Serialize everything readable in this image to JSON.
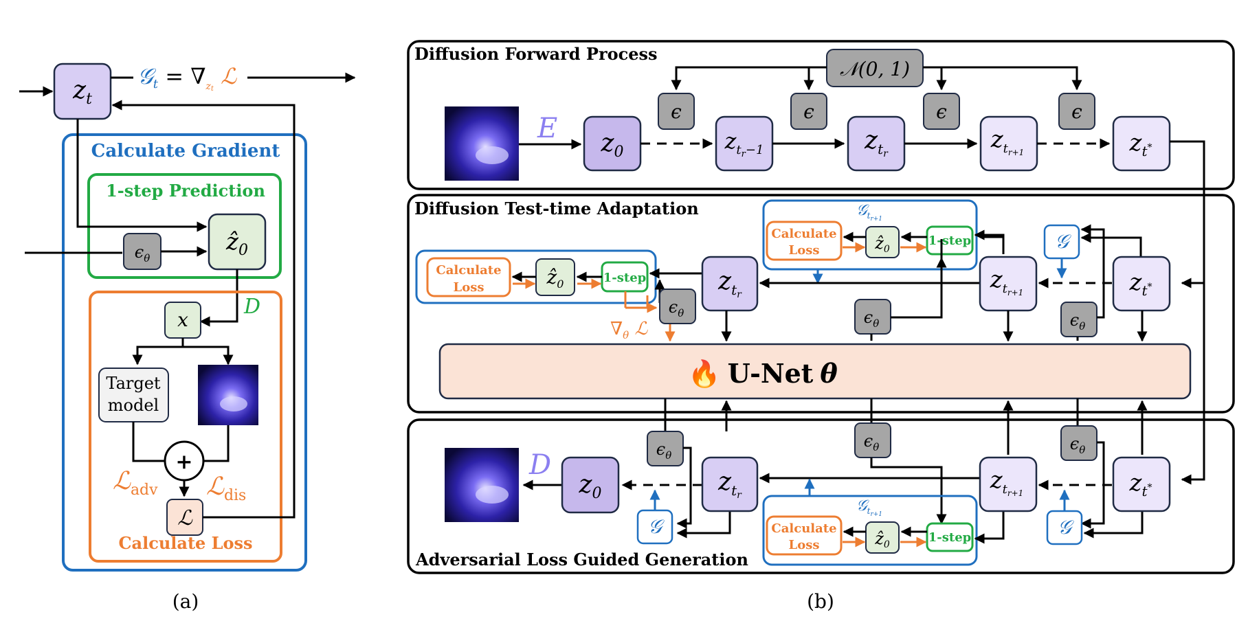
{
  "panel_a": {
    "caption": "(a)",
    "gradient_formula": {
      "g": "𝒢",
      "t": "t",
      "eq": " = ∇",
      "zt": "z",
      "ztsub": "t",
      "L": " ℒ"
    },
    "calc_gradient_title": "Calculate Gradient",
    "one_step_title": "1-step Prediction",
    "calc_loss_title": "Calculate Loss",
    "target_model": [
      "Target",
      "model"
    ],
    "D": "D",
    "l_adv": {
      "main": "ℒ",
      "sub": "adv"
    },
    "l_dis": {
      "main": "ℒ",
      "sub": "dis"
    },
    "plus": "+",
    "loss": "ℒ"
  },
  "panel_b": {
    "caption": "(b)",
    "forward_title": "Diffusion Forward Process",
    "tta_title": "Diffusion Test-time Adaptation",
    "adv_title": "Adversarial Loss Guided Generation",
    "normal": "𝒩(0, 1)",
    "E": "E",
    "D": "D",
    "unet": "U-Net",
    "theta": "θ",
    "calc_loss": [
      "Calculate",
      "Loss"
    ],
    "one_step": "1-step",
    "g_sub": "t",
    "g_subsub": "r+1",
    "grad_theta": "∇",
    "grad_theta_sub": "θ",
    "grad_theta_L": " ℒ"
  },
  "colors": {
    "purple_dark": "#c6b8ec",
    "purple_mid": "#d8cef4",
    "purple_light": "#ece6fb",
    "green_fill": "#e2efda",
    "gray_fill": "#a6a6a6",
    "peach_fill": "#fbe3d6",
    "blue": "#1f6fbf",
    "green": "#22aa44",
    "orange": "#ed7d31"
  }
}
